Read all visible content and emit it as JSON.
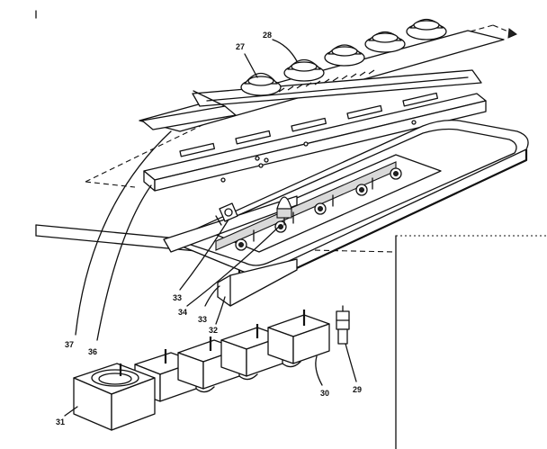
{
  "callouts": [
    {
      "id": "c27",
      "text": "27"
    },
    {
      "id": "c28",
      "text": "28"
    },
    {
      "id": "c29",
      "text": "29"
    },
    {
      "id": "c30",
      "text": "30"
    },
    {
      "id": "c31",
      "text": "31"
    },
    {
      "id": "c32",
      "text": "32"
    },
    {
      "id": "c33a",
      "text": "33"
    },
    {
      "id": "c33b",
      "text": "33"
    },
    {
      "id": "c34",
      "text": "34"
    },
    {
      "id": "c36",
      "text": "36"
    },
    {
      "id": "c37",
      "text": "37"
    }
  ]
}
